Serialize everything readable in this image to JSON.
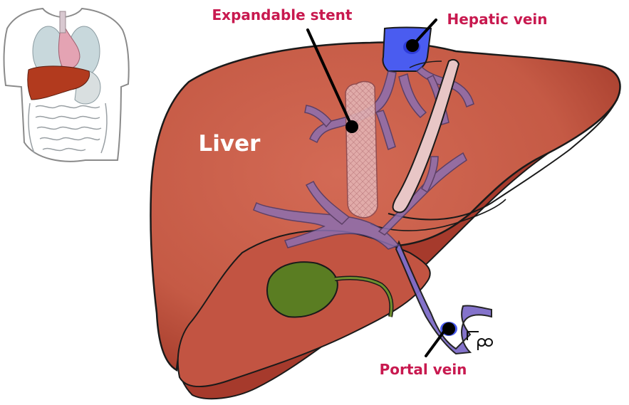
{
  "labels": {
    "stent": "Expandable stent",
    "hepatic_vein": "Hepatic vein",
    "liver": "Liver",
    "portal_vein": "Portal vein"
  },
  "signature": "pb",
  "colors": {
    "label_text": "#c8194f",
    "liver_text": "#ffffff",
    "liver_fill": "#c85a46",
    "liver_shade": "#a63a2c",
    "liver_outline": "#1a1a1a",
    "vein_fill": "#7e6cc9",
    "vein_bright": "#4a5cf0",
    "stent_fill": "#e3b3b3",
    "gallbladder": "#5a7d22",
    "thumbnail_liver": "#b23a1e"
  },
  "icons": {
    "thumbnail": "torso-anatomy-icon"
  }
}
